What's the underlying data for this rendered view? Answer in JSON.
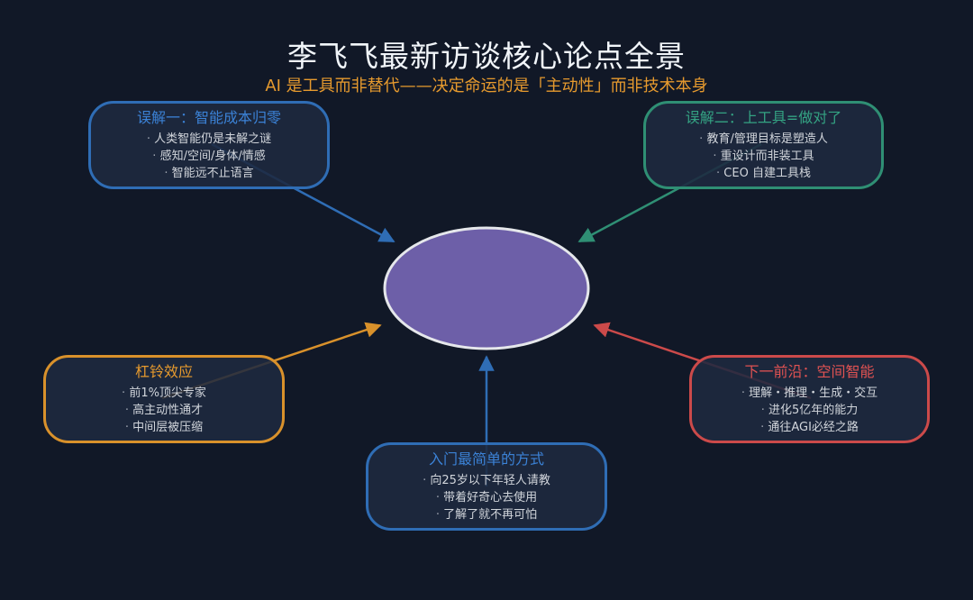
{
  "header": {
    "title": "李飞飞最新访谈核心论点全景",
    "subtitle": "AI 是工具而非替代——决定命运的是「主动性」而非技术本身"
  },
  "colors": {
    "background": "#111827",
    "center_fill": "#6d5fa8",
    "blue": "#2f6db5",
    "green": "#2f8f74",
    "orange": "#d9912b",
    "red": "#cc4a4a",
    "subtitle": "#e69a2e"
  },
  "nodes": {
    "misconception1": {
      "title": "误解一：智能成本归零",
      "items": [
        "人类智能仍是未解之谜",
        "感知/空间/身体/情感",
        "智能远不止语言"
      ]
    },
    "misconception2": {
      "title": "误解二：上工具=做对了",
      "items": [
        "教育/管理目标是塑造人",
        "重设计而非装工具",
        "CEO 自建工具栈"
      ]
    },
    "barbell": {
      "title": "杠铃效应",
      "items": [
        "前1%顶尖专家",
        "高主动性通才",
        "中间层被压缩"
      ]
    },
    "frontier": {
      "title": "下一前沿：空间智能",
      "items": [
        "理解・推理・生成・交互",
        "进化5亿年的能力",
        "通往AGI必经之路"
      ]
    },
    "entry": {
      "title": "入门最简单的方式",
      "items": [
        "向25岁以下年轻人请教",
        "带着好奇心去使用",
        "了解了就不再可怕"
      ]
    }
  }
}
